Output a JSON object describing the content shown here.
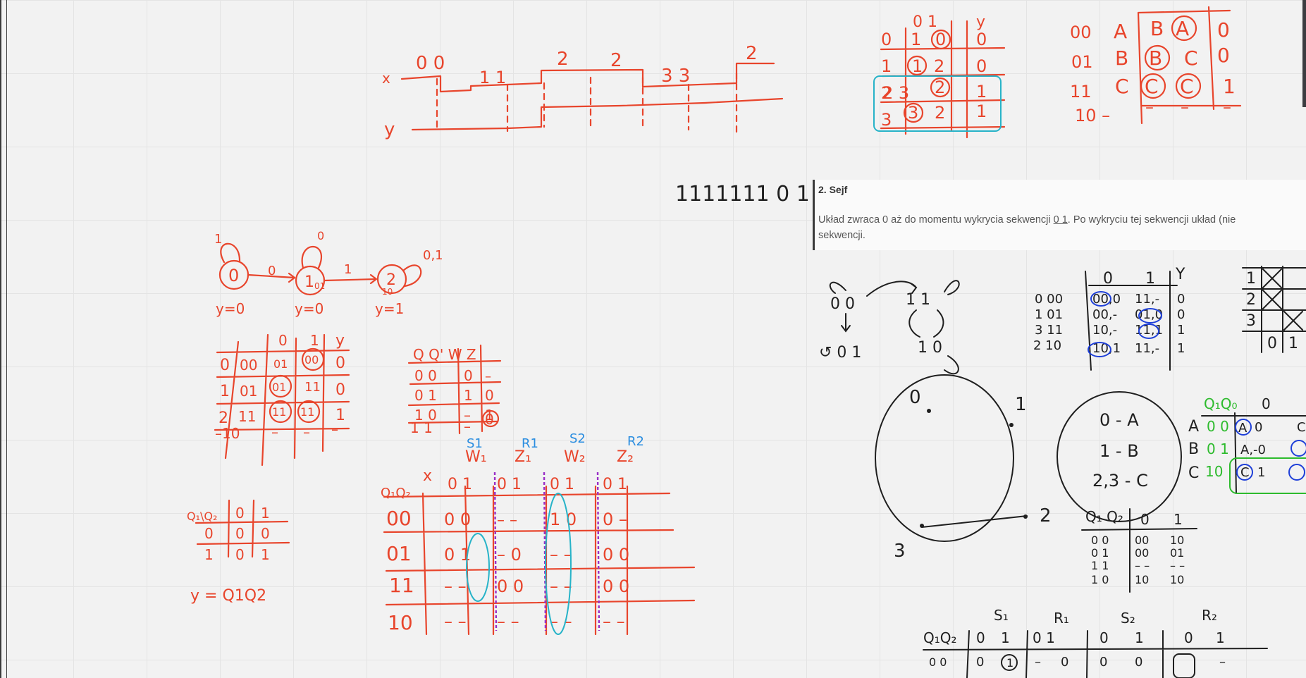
{
  "task": {
    "title": "2. Sejf",
    "text_before": "Układ zwraca 0 aż do momentu wykrycia sekwencji ",
    "sequence": "0 1",
    "text_after": ". Po wykryciu tej sekwencji układ (nie",
    "text_line2": "sekwencji."
  },
  "sketch": {
    "ones_sequence": "1111111 0 1",
    "x_label": "x",
    "y_label": "y",
    "timing_labels": [
      "0 0",
      "1 1",
      "2",
      "2",
      "3 3",
      "2"
    ],
    "ring_states": [
      "0",
      "1",
      "2",
      "3"
    ],
    "groups": [
      "0 - A",
      "1 - B",
      "2,3 - C"
    ],
    "flip_flop_headers": [
      "S1",
      "R1",
      "S2",
      "R2"
    ],
    "output_eq": "y = Q1Q2"
  },
  "colors": {
    "ink_red": "#e8452c",
    "ink_black": "#1f1f1f",
    "ink_blue": "#1e3fd8",
    "ink_cyan": "#27b3c8",
    "ink_purple": "#9a2fc7",
    "ink_green": "#2dbb2d"
  }
}
